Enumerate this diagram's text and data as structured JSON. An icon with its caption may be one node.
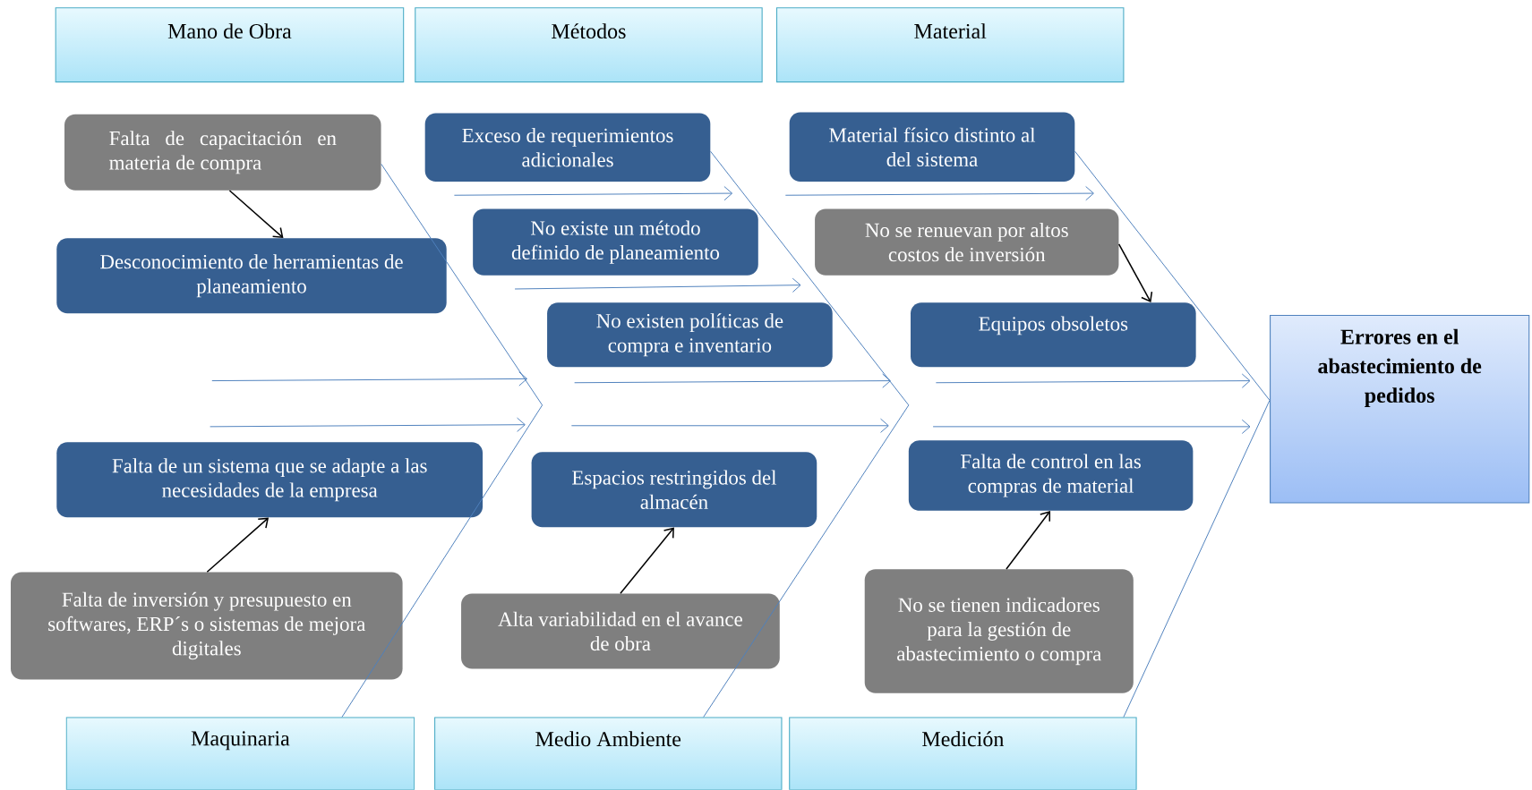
{
  "diagram": {
    "nodes": [
      {
        "text": [
          "Mano de Obra"
        ]
      },
      {
        "text": [
          "Métodos"
        ]
      },
      {
        "text": [
          "Material"
        ]
      },
      {
        "text": [
          "Falta de capacitación en materia de compra"
        ]
      },
      {
        "text": [
          "Desconocimiento de herramientas de planeamiento"
        ]
      },
      {
        "text": [
          "Exceso de requerimientos adicionales"
        ]
      },
      {
        "text": [
          "No existe un método definido de planeamiento"
        ]
      },
      {
        "text": [
          "No existen políticas de compra e inventario"
        ]
      },
      {
        "text": [
          "Material físico distinto al del sistema"
        ]
      },
      {
        "text": [
          "No se renuevan por altos costos de inversión"
        ]
      },
      {
        "text": [
          "Equipos obsoletos"
        ]
      },
      {
        "text": [
          "Errores en el abastecimiento de pedidos"
        ]
      },
      {
        "text": [
          "Falta de un sistema que se adapte a las necesidades de la empresa"
        ]
      },
      {
        "text": [
          "Falta de inversión y presupuesto en softwares, ERP´s o sistemas de mejora digitales"
        ]
      },
      {
        "text": [
          "Espacios restringidos del almacén"
        ]
      },
      {
        "text": [
          "Alta variabilidad en el avance de obra"
        ]
      },
      {
        "text": [
          "Falta de control en las compras de material"
        ]
      },
      {
        "text": [
          "No se tienen indicadores para la gestión de abastecimiento o compra"
        ]
      },
      {
        "text": [
          "Maquinaria"
        ]
      },
      {
        "text": [
          "Medio Ambiente"
        ]
      },
      {
        "text": [
          "Medición"
        ]
      }
    ],
    "edges": [
      {
        "from": 3,
        "to": 4,
        "arrow": "to",
        "color": "#000000"
      },
      {
        "from": 9,
        "to": 10,
        "arrow": "to",
        "color": "#000000"
      },
      {
        "from": 13,
        "to": 12,
        "arrow": "to",
        "color": "#000000"
      },
      {
        "from": 15,
        "to": 14,
        "arrow": "to",
        "color": "#000000"
      },
      {
        "from": 17,
        "to": 16,
        "arrow": "to",
        "color": "#000000"
      },
      {
        "from": 3,
        "to": null,
        "arrow": "none"
      },
      {
        "from": 5,
        "to": null,
        "arrow": "none"
      },
      {
        "from": 8,
        "to": 11,
        "arrow": "none"
      },
      {
        "from": 18,
        "to": null,
        "arrow": "none"
      },
      {
        "from": 19,
        "to": null,
        "arrow": "none"
      },
      {
        "from": 20,
        "to": 11,
        "arrow": "none"
      }
    ]
  }
}
